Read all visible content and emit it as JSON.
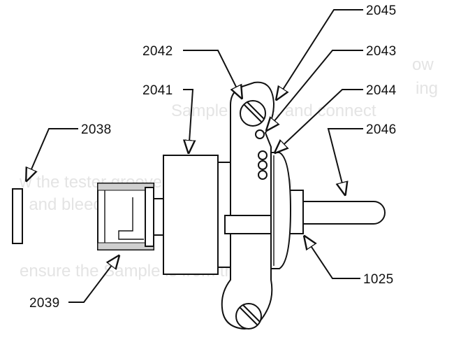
{
  "labels": {
    "l2045": "2045",
    "l2042": "2042",
    "l2043": "2043",
    "l2041": "2041",
    "l2044": "2044",
    "l2038": "2038",
    "l2046": "2046",
    "l1025": "1025",
    "l2039": "2039"
  },
  "bleed_text": {
    "line1": "ow",
    "line2": "ing",
    "line3": "Sample Bottle, and connect",
    "line4": "w the tester grooved with cover, both",
    "line5": ", and bleed valves in the bor",
    "line6": "ensure the Sample is from the"
  }
}
